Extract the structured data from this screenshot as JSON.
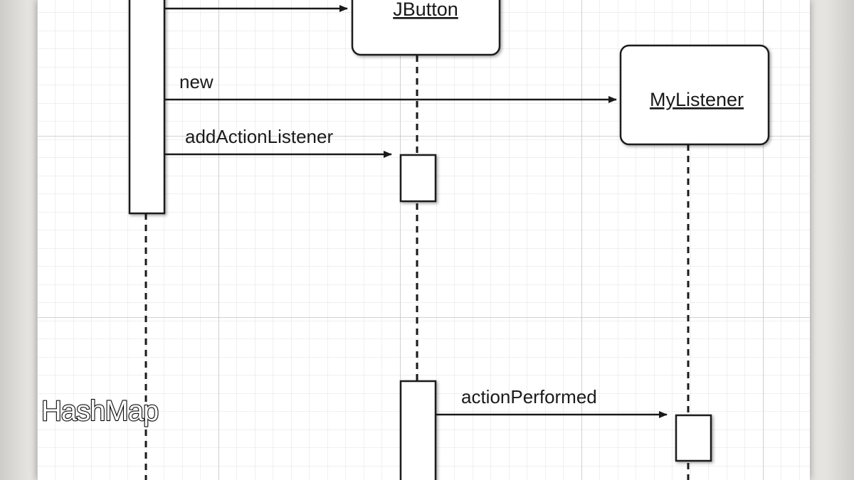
{
  "objects": {
    "jbutton": {
      "label": "JButton"
    },
    "mylistener": {
      "label": "MyListener"
    }
  },
  "messages": {
    "new_button": {
      "label": ""
    },
    "new_listener": {
      "label": "new"
    },
    "add_action_listener": {
      "label": "addActionListener"
    },
    "action_performed": {
      "label": "actionPerformed"
    }
  },
  "caption": {
    "text": "HashMap"
  },
  "colors": {
    "ink": "#1a1a1a",
    "grid_minor": "#e2e2e2",
    "grid_major": "#c8c8c8",
    "paper": "#ffffff",
    "caption_fill": "#ffffff",
    "caption_stroke": "#000000"
  }
}
